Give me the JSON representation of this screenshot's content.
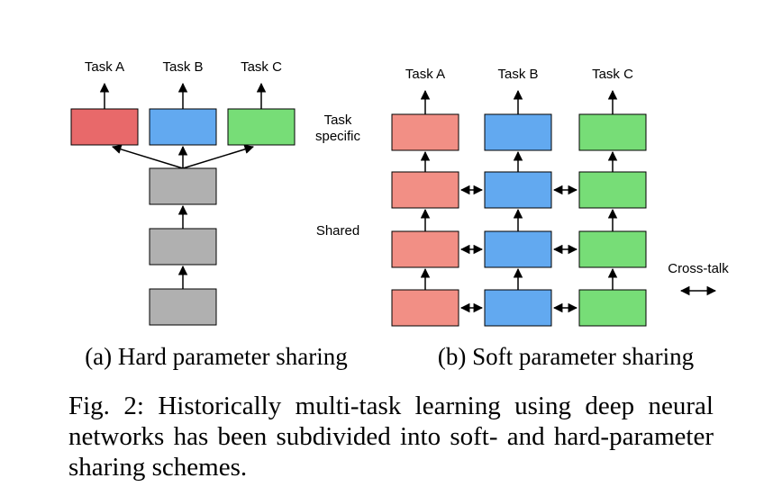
{
  "colors": {
    "task_a": "#e8696a",
    "task_b": "#62a9f0",
    "task_c": "#77dd77",
    "soft_task_a": "#f28f85",
    "shared": "#b0b0b0",
    "border": "#000000"
  },
  "hard": {
    "task_labels": [
      "Task A",
      "Task B",
      "Task C"
    ],
    "subcaption": "(a) Hard parameter sharing"
  },
  "labels": {
    "task_specific_line1": "Task",
    "task_specific_line2": "specific",
    "shared": "Shared",
    "cross_talk": "Cross-talk"
  },
  "soft": {
    "task_labels": [
      "Task A",
      "Task B",
      "Task C"
    ],
    "subcaption": "(b) Soft parameter sharing"
  },
  "caption": "Fig. 2: Historically multi-task learning using deep neural networks has been subdivided into soft- and hard-parameter sharing schemes."
}
